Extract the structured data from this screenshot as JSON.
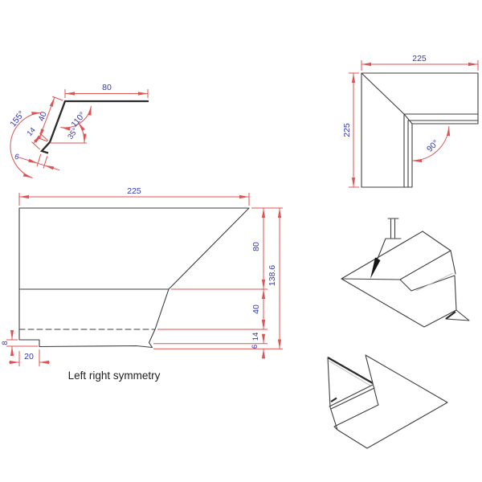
{
  "colors": {
    "background": "#ffffff",
    "outline": "#3f3f3f",
    "dimension": "#e05353",
    "label": "#3636ae",
    "caption": "#1e1e1e"
  },
  "icons": {
    "weld_symbol": "square-groove-weld-symbol",
    "weld_arrow": "filled-leader-arrow"
  },
  "profile_view": {
    "labels": {
      "flange": "80",
      "upper": "40",
      "mid": "14",
      "hem": "6",
      "angle_left": "155°",
      "angle_top": "110°",
      "angle_mid": "35°"
    }
  },
  "plan_view": {
    "labels": {
      "width": "225",
      "height": "225",
      "angle": "90°"
    }
  },
  "front_view": {
    "labels": {
      "width": "225",
      "seg80": "80",
      "seg40": "40",
      "seg14": "14",
      "seg6": "6",
      "total": "138.6",
      "step_h": "8",
      "step_w": "20"
    },
    "caption": "Left right symmetry"
  }
}
